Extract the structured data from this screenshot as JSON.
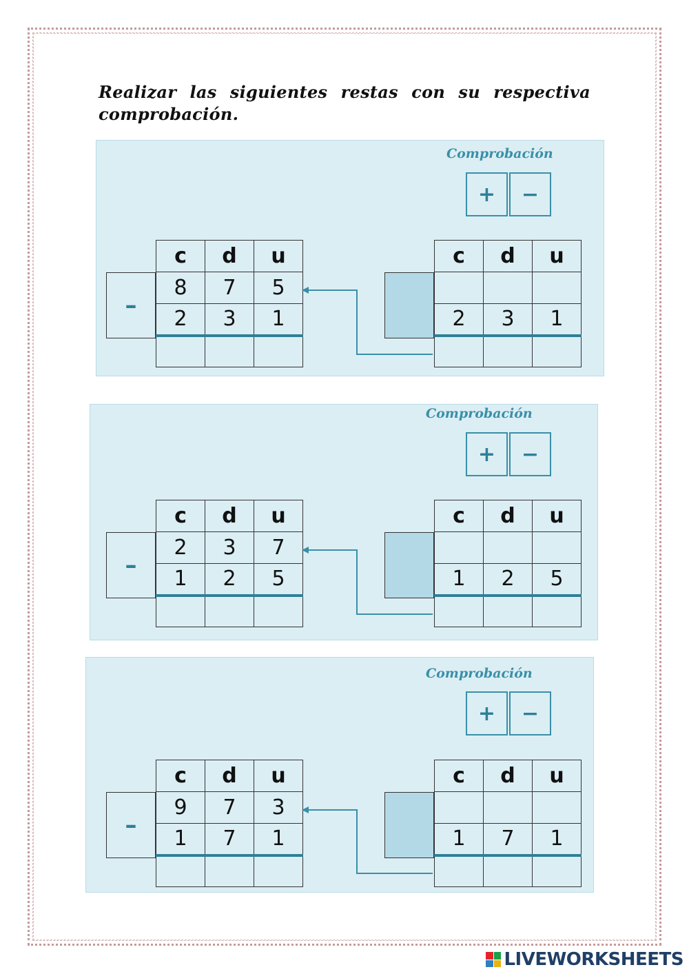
{
  "title": "Realizar las siguientes restas con su respectiva comprobación.",
  "comprobacion_label": "Comprobación",
  "operators": {
    "plus": "+",
    "minus": "−"
  },
  "minus_sign": "–",
  "headers": {
    "c": "c",
    "d": "d",
    "u": "u"
  },
  "colors": {
    "c": "#e3242b",
    "d": "#1aa14a",
    "u": "#e57c12",
    "accent": "#2f7f97",
    "panel": "#dbeef4"
  },
  "exercises": [
    {
      "minuend": [
        "8",
        "7",
        "5"
      ],
      "subtrahend": [
        "2",
        "3",
        "1"
      ],
      "check_addend": [
        "2",
        "3",
        "1"
      ]
    },
    {
      "minuend": [
        "2",
        "3",
        "7"
      ],
      "subtrahend": [
        "1",
        "2",
        "5"
      ],
      "check_addend": [
        "1",
        "2",
        "5"
      ]
    },
    {
      "minuend": [
        "9",
        "7",
        "3"
      ],
      "subtrahend": [
        "1",
        "7",
        "1"
      ],
      "check_addend": [
        "1",
        "7",
        "1"
      ]
    }
  ],
  "brand": "LIVEWORKSHEETS"
}
